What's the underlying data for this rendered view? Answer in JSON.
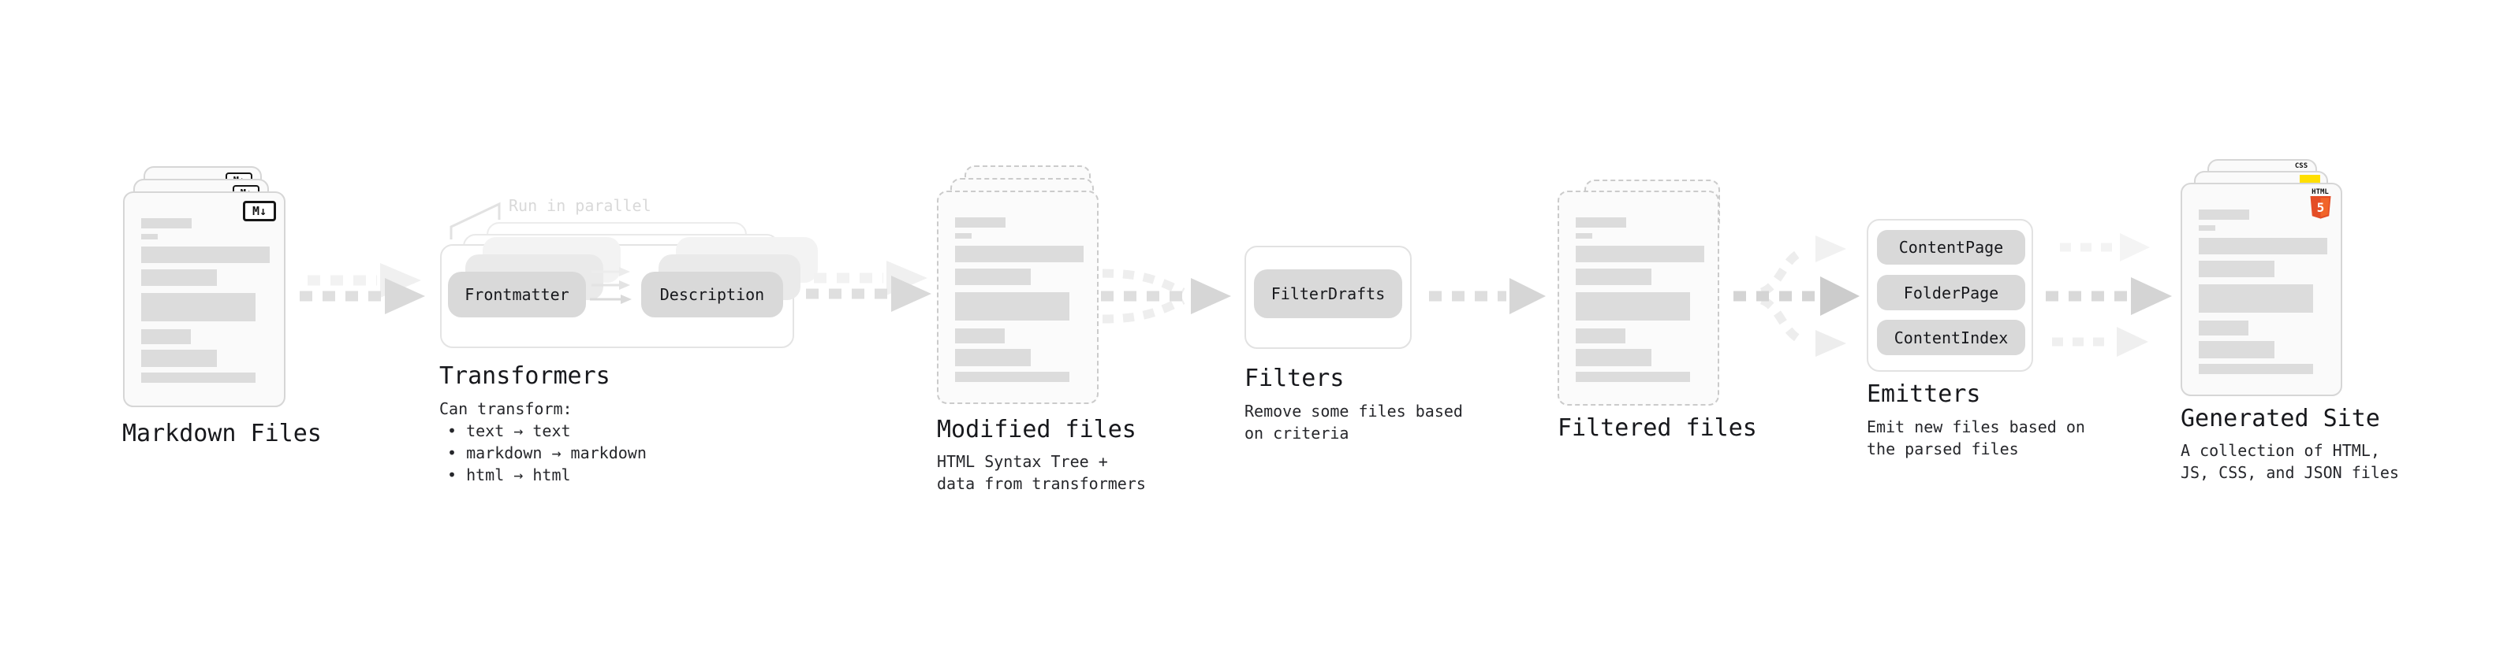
{
  "nodes": {
    "markdown_files": {
      "label": "Markdown Files",
      "badge": "M↓"
    },
    "transformers": {
      "label": "Transformers",
      "annotation": "Run in parallel",
      "pill_source": "Frontmatter",
      "pill_target": "Description",
      "description_lines": [
        "Can transform:",
        "• text → text",
        "• markdown → markdown",
        "• html → html"
      ]
    },
    "modified_files": {
      "label": "Modified files",
      "description_lines": [
        "HTML Syntax Tree +",
        "data from transformers"
      ]
    },
    "filters": {
      "label": "Filters",
      "pill": "FilterDrafts",
      "description_lines": [
        "Remove some files based",
        "on criteria"
      ]
    },
    "filtered_files": {
      "label": "Filtered files"
    },
    "emitters": {
      "label": "Emitters",
      "pills": [
        "ContentPage",
        "FolderPage",
        "ContentIndex"
      ],
      "description_lines": [
        "Emit new files based on",
        "the parsed files"
      ]
    },
    "generated_site": {
      "label": "Generated Site",
      "badges": {
        "css": "CSS",
        "html_word": "HTML",
        "html_number": "5"
      },
      "description_lines": [
        "A collection of HTML,",
        "JS, CSS, and JSON files"
      ]
    }
  },
  "colors": {
    "arrow": "#d9d9d9",
    "arrow_ghost": "#f0f0f0",
    "pill": "#d9d9d9",
    "doc_fill": "#fafafa",
    "doc_border": "#d6d6d6",
    "doc_border_dashed": "#cbcbcb",
    "skeleton_bar": "#dcdcdc",
    "heading_text": "#17181c",
    "annotation_text": "#d9d9d9",
    "js_yellow": "#ffdf00",
    "css_blue": "#2f62e9",
    "html5_orange": "#e44d26",
    "html5_orange_light": "#f16529"
  }
}
